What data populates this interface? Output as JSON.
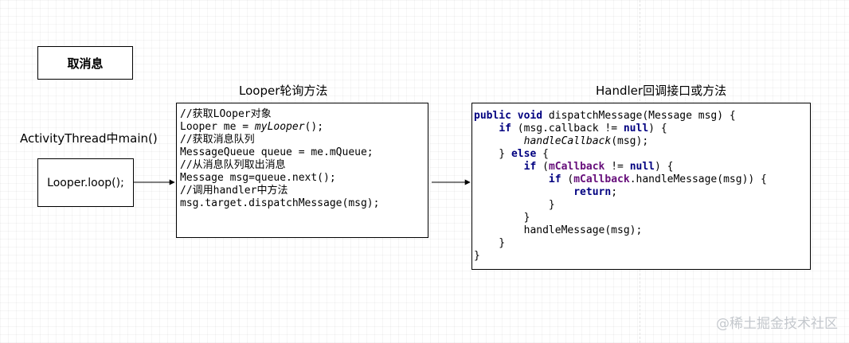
{
  "title_box": {
    "text": "取消息"
  },
  "activity_label": "ActivityThread中main()",
  "loop_box": {
    "text": "Looper.loop();"
  },
  "looper_header": "Looper轮询方法",
  "handler_header": "Handler回调接口或方法",
  "looper_code": {
    "lines": [
      {
        "segs": [
          {
            "t": "//获取LOoper对象"
          }
        ]
      },
      {
        "segs": [
          {
            "t": "Looper me = "
          },
          {
            "t": "myLooper",
            "s": "it"
          },
          {
            "t": "();"
          }
        ]
      },
      {
        "segs": [
          {
            "t": "//获取消息队列"
          }
        ]
      },
      {
        "segs": [
          {
            "t": "MessageQueue queue = me.mQueue;"
          }
        ]
      },
      {
        "segs": [
          {
            "t": "//从消息队列取出消息"
          }
        ]
      },
      {
        "segs": [
          {
            "t": "Message msg=queue.next();"
          }
        ]
      },
      {
        "segs": [
          {
            "t": "//调用handler中方法"
          }
        ]
      },
      {
        "segs": [
          {
            "t": "msg.target.dispatchMessage(msg);"
          }
        ]
      }
    ]
  },
  "dispatch_code": {
    "lines": [
      {
        "segs": [
          {
            "t": "public",
            "s": "kw"
          },
          {
            "t": " "
          },
          {
            "t": "void",
            "s": "kw"
          },
          {
            "t": " dispatchMessage(Message msg) {"
          }
        ]
      },
      {
        "segs": [
          {
            "t": "    "
          },
          {
            "t": "if",
            "s": "kw"
          },
          {
            "t": " (msg.callback != "
          },
          {
            "t": "null",
            "s": "kw"
          },
          {
            "t": ") {"
          }
        ]
      },
      {
        "segs": [
          {
            "t": "        "
          },
          {
            "t": "handleCallback",
            "s": "it"
          },
          {
            "t": "(msg);"
          }
        ]
      },
      {
        "segs": [
          {
            "t": "    } "
          },
          {
            "t": "else",
            "s": "kw"
          },
          {
            "t": " {"
          }
        ]
      },
      {
        "segs": [
          {
            "t": "        "
          },
          {
            "t": "if",
            "s": "kw"
          },
          {
            "t": " ("
          },
          {
            "t": "mCallback",
            "s": "fld"
          },
          {
            "t": " != "
          },
          {
            "t": "null",
            "s": "kw"
          },
          {
            "t": ") {"
          }
        ]
      },
      {
        "segs": [
          {
            "t": "            "
          },
          {
            "t": "if",
            "s": "kw"
          },
          {
            "t": " ("
          },
          {
            "t": "mCallback",
            "s": "fld"
          },
          {
            "t": ".handleMessage(msg)) {"
          }
        ]
      },
      {
        "segs": [
          {
            "t": "                "
          },
          {
            "t": "return",
            "s": "kw"
          },
          {
            "t": ";"
          }
        ]
      },
      {
        "segs": [
          {
            "t": "            }"
          }
        ]
      },
      {
        "segs": [
          {
            "t": "        }"
          }
        ]
      },
      {
        "segs": [
          {
            "t": "        handleMessage(msg);"
          }
        ]
      },
      {
        "segs": [
          {
            "t": "    }"
          }
        ]
      },
      {
        "segs": [
          {
            "t": "}"
          }
        ]
      }
    ]
  },
  "watermark": "@稀土掘金技术社区"
}
